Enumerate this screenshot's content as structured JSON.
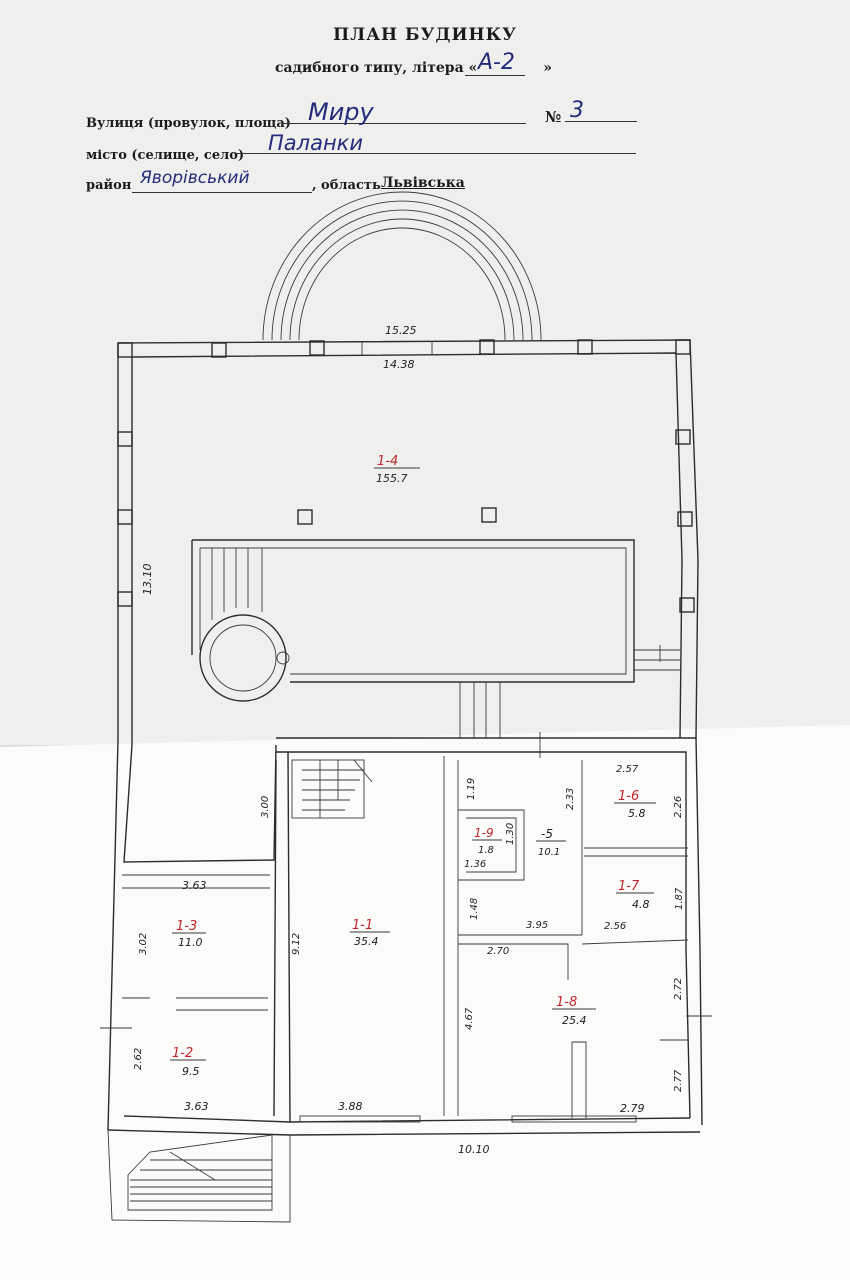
{
  "header": {
    "title": "ПЛАН БУДИНКУ",
    "subtitle_prefix": "садибного типу, літера «",
    "subtitle_letter": "А-2",
    "subtitle_suffix": "»",
    "street_label": "Вулиця (провулок, площа)",
    "street_value": "Миру",
    "number_label": "№",
    "number_value": "3",
    "city_label": "місто (селище, село)",
    "city_value": "Паланки",
    "district_label": "район",
    "district_value": "Яворівський",
    "region_label": ", область",
    "region_value": "Львівська"
  },
  "plan": {
    "dimensions": {
      "outer_top": "15.25",
      "inner_top": "14.38",
      "left_side": "13.10",
      "bottom_total": "10.10",
      "bottom_mid": "3.88",
      "d_300": "3.00",
      "d_363_a": "3.63",
      "d_302": "3.02",
      "d_262": "2.62",
      "d_363_b": "3.63",
      "d_912": "9.12",
      "d_119": "1.19",
      "d_233": "2.33",
      "d_130": "1.30",
      "d_136": "1.36",
      "d_148": "1.48",
      "d_395": "3.95",
      "d_270": "2.70",
      "d_257": "2.57",
      "d_226": "2.26",
      "d_256": "2.56",
      "d_187": "1.87",
      "d_467": "4.67",
      "d_272": "2.72",
      "d_277": "2.77",
      "d_279": "2.79"
    },
    "rooms": [
      {
        "code": "1-4",
        "area": "155.7"
      },
      {
        "code": "1-1",
        "area": "35.4"
      },
      {
        "code": "1-3",
        "area": "11.0"
      },
      {
        "code": "1-2",
        "area": "9.5"
      },
      {
        "code": "1-9",
        "area": "1.8"
      },
      {
        "code": "-5",
        "area": "10.1"
      },
      {
        "code": "1-6",
        "area": "5.8"
      },
      {
        "code": "1-7",
        "area": "4.8"
      },
      {
        "code": "1-8",
        "area": "25.4"
      }
    ]
  }
}
